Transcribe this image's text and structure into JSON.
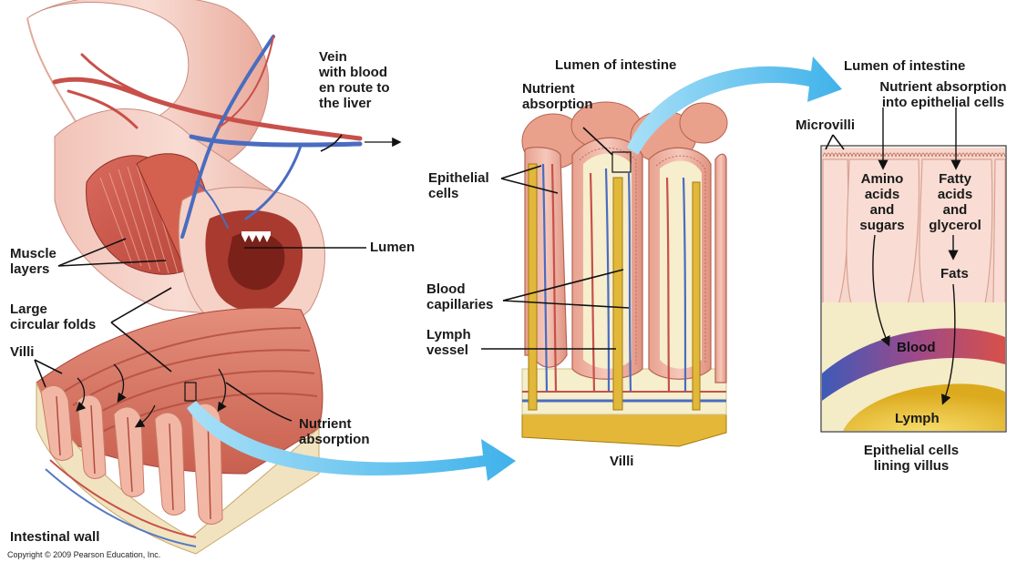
{
  "labels": {
    "vein": "Vein\nwith blood\nen route to\nthe liver",
    "lumen": "Lumen",
    "muscle_layers": "Muscle\nlayers",
    "large_circular_folds": "Large\ncircular folds",
    "villi_left": "Villi",
    "nutrient_absorption_left": "Nutrient\nabsorption",
    "intestinal_wall": "Intestinal wall",
    "copyright": "Copyright © 2009 Pearson Education, Inc.",
    "lumen_of_intestine_mid": "Lumen of intestine",
    "nutrient_absorption_mid": "Nutrient\nabsorption",
    "epithelial_cells": "Epithelial\ncells",
    "blood_capillaries": "Blood\ncapillaries",
    "lymph_vessel": "Lymph\nvessel",
    "villi_mid": "Villi",
    "lumen_of_intestine_right": "Lumen of intestine",
    "nutrient_absorption_right": "Nutrient absorption\ninto epithelial cells",
    "microvilli": "Microvilli",
    "amino_acids_sugars": "Amino\nacids\nand\nsugars",
    "fatty_acids_glycerol": "Fatty\nacids\nand\nglycerol",
    "fats": "Fats",
    "blood": "Blood",
    "lymph": "Lymph",
    "epithelial_lining": "Epithelial cells\nlining villus"
  },
  "colors": {
    "tissue": "#e9a597",
    "muscle": "#c9574a",
    "fold": "#d7715f",
    "vein": "#4a6cc0",
    "artery": "#c8504a",
    "lymph": "#e2b83a",
    "arrow": "#5ec3ef",
    "cream": "#f4ebc7"
  }
}
